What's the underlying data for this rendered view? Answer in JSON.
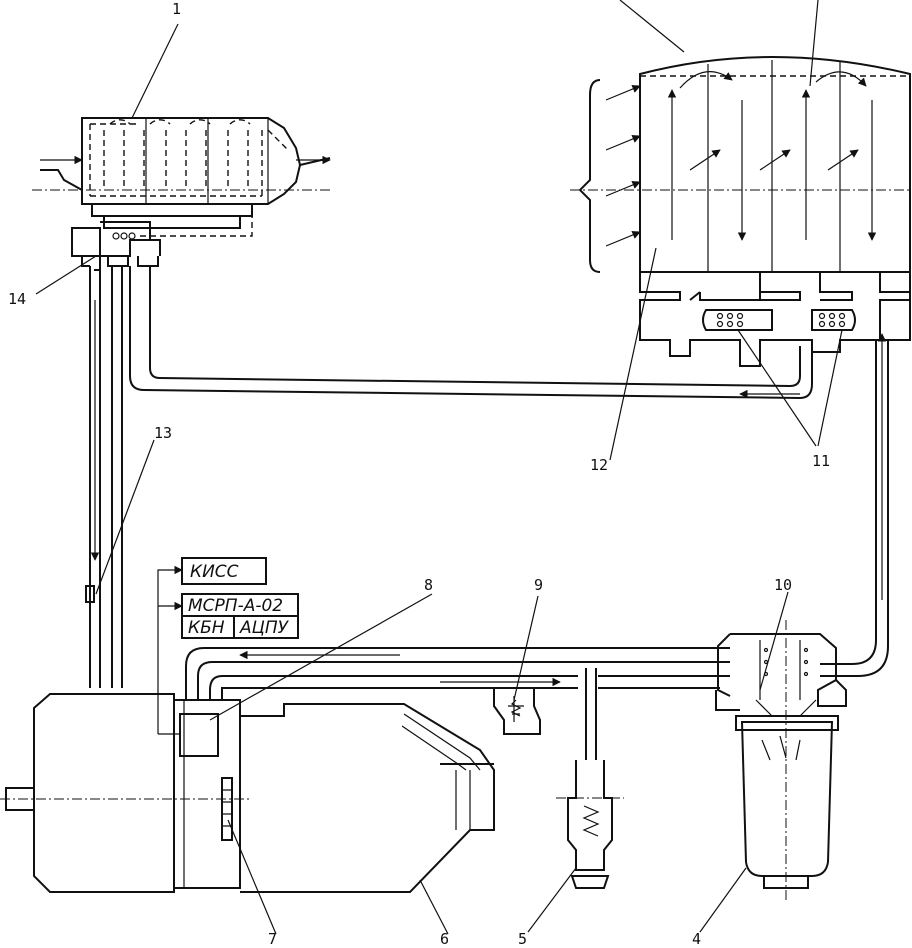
{
  "callouts": {
    "c1": "1",
    "c4": "4",
    "c5": "5",
    "c6": "6",
    "c7": "7",
    "c8": "8",
    "c9": "9",
    "c10": "10",
    "c11": "11",
    "c12": "12",
    "c13": "13",
    "c14": "14"
  },
  "boxes": {
    "kiss": "КИСС",
    "msrp": "МСРП-А-02",
    "kbn": "КБН",
    "acpu": "АЦПУ"
  }
}
